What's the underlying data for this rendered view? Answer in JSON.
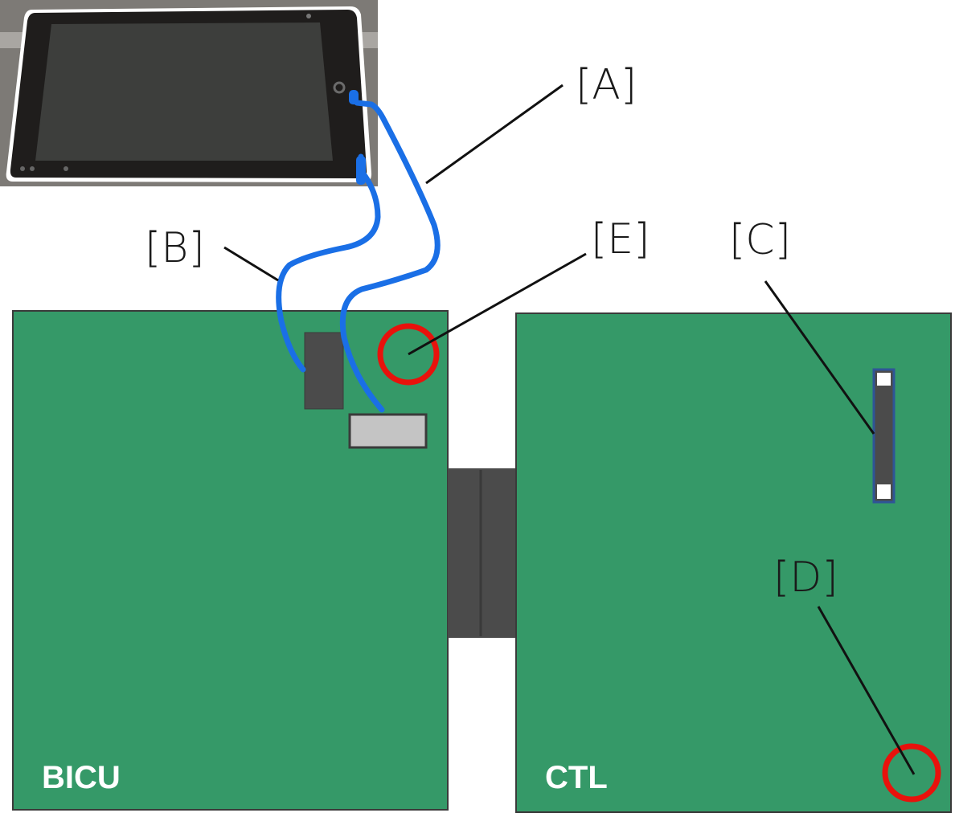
{
  "diagram": {
    "title": "BICU and CTL board connection diagram",
    "colors": {
      "board": "#359968",
      "board_border": "#3a3a3a",
      "cable": "#1a6fe6",
      "marker_circle": "#e8120c",
      "connector_dark": "#4b4b4b",
      "connector_light": "#c4c4c4",
      "leader_line": "#111111",
      "jumper_border": "#2f5597"
    },
    "boards": [
      {
        "id": "bicu",
        "label": "BICU"
      },
      {
        "id": "ctl",
        "label": "CTL"
      }
    ],
    "callouts": [
      {
        "id": "A",
        "label": "[A]",
        "target": "Cable from operation panel (upper)"
      },
      {
        "id": "B",
        "label": "[B]",
        "target": "Cable from operation panel (lower)"
      },
      {
        "id": "C",
        "label": "[C]",
        "target": "Connector on CTL board"
      },
      {
        "id": "D",
        "label": "[D]",
        "target": "Marked location on CTL board"
      },
      {
        "id": "E",
        "label": "[E]",
        "target": "Marked location on BICU board"
      }
    ],
    "panel": {
      "name": "Operation panel (tablet)"
    }
  }
}
